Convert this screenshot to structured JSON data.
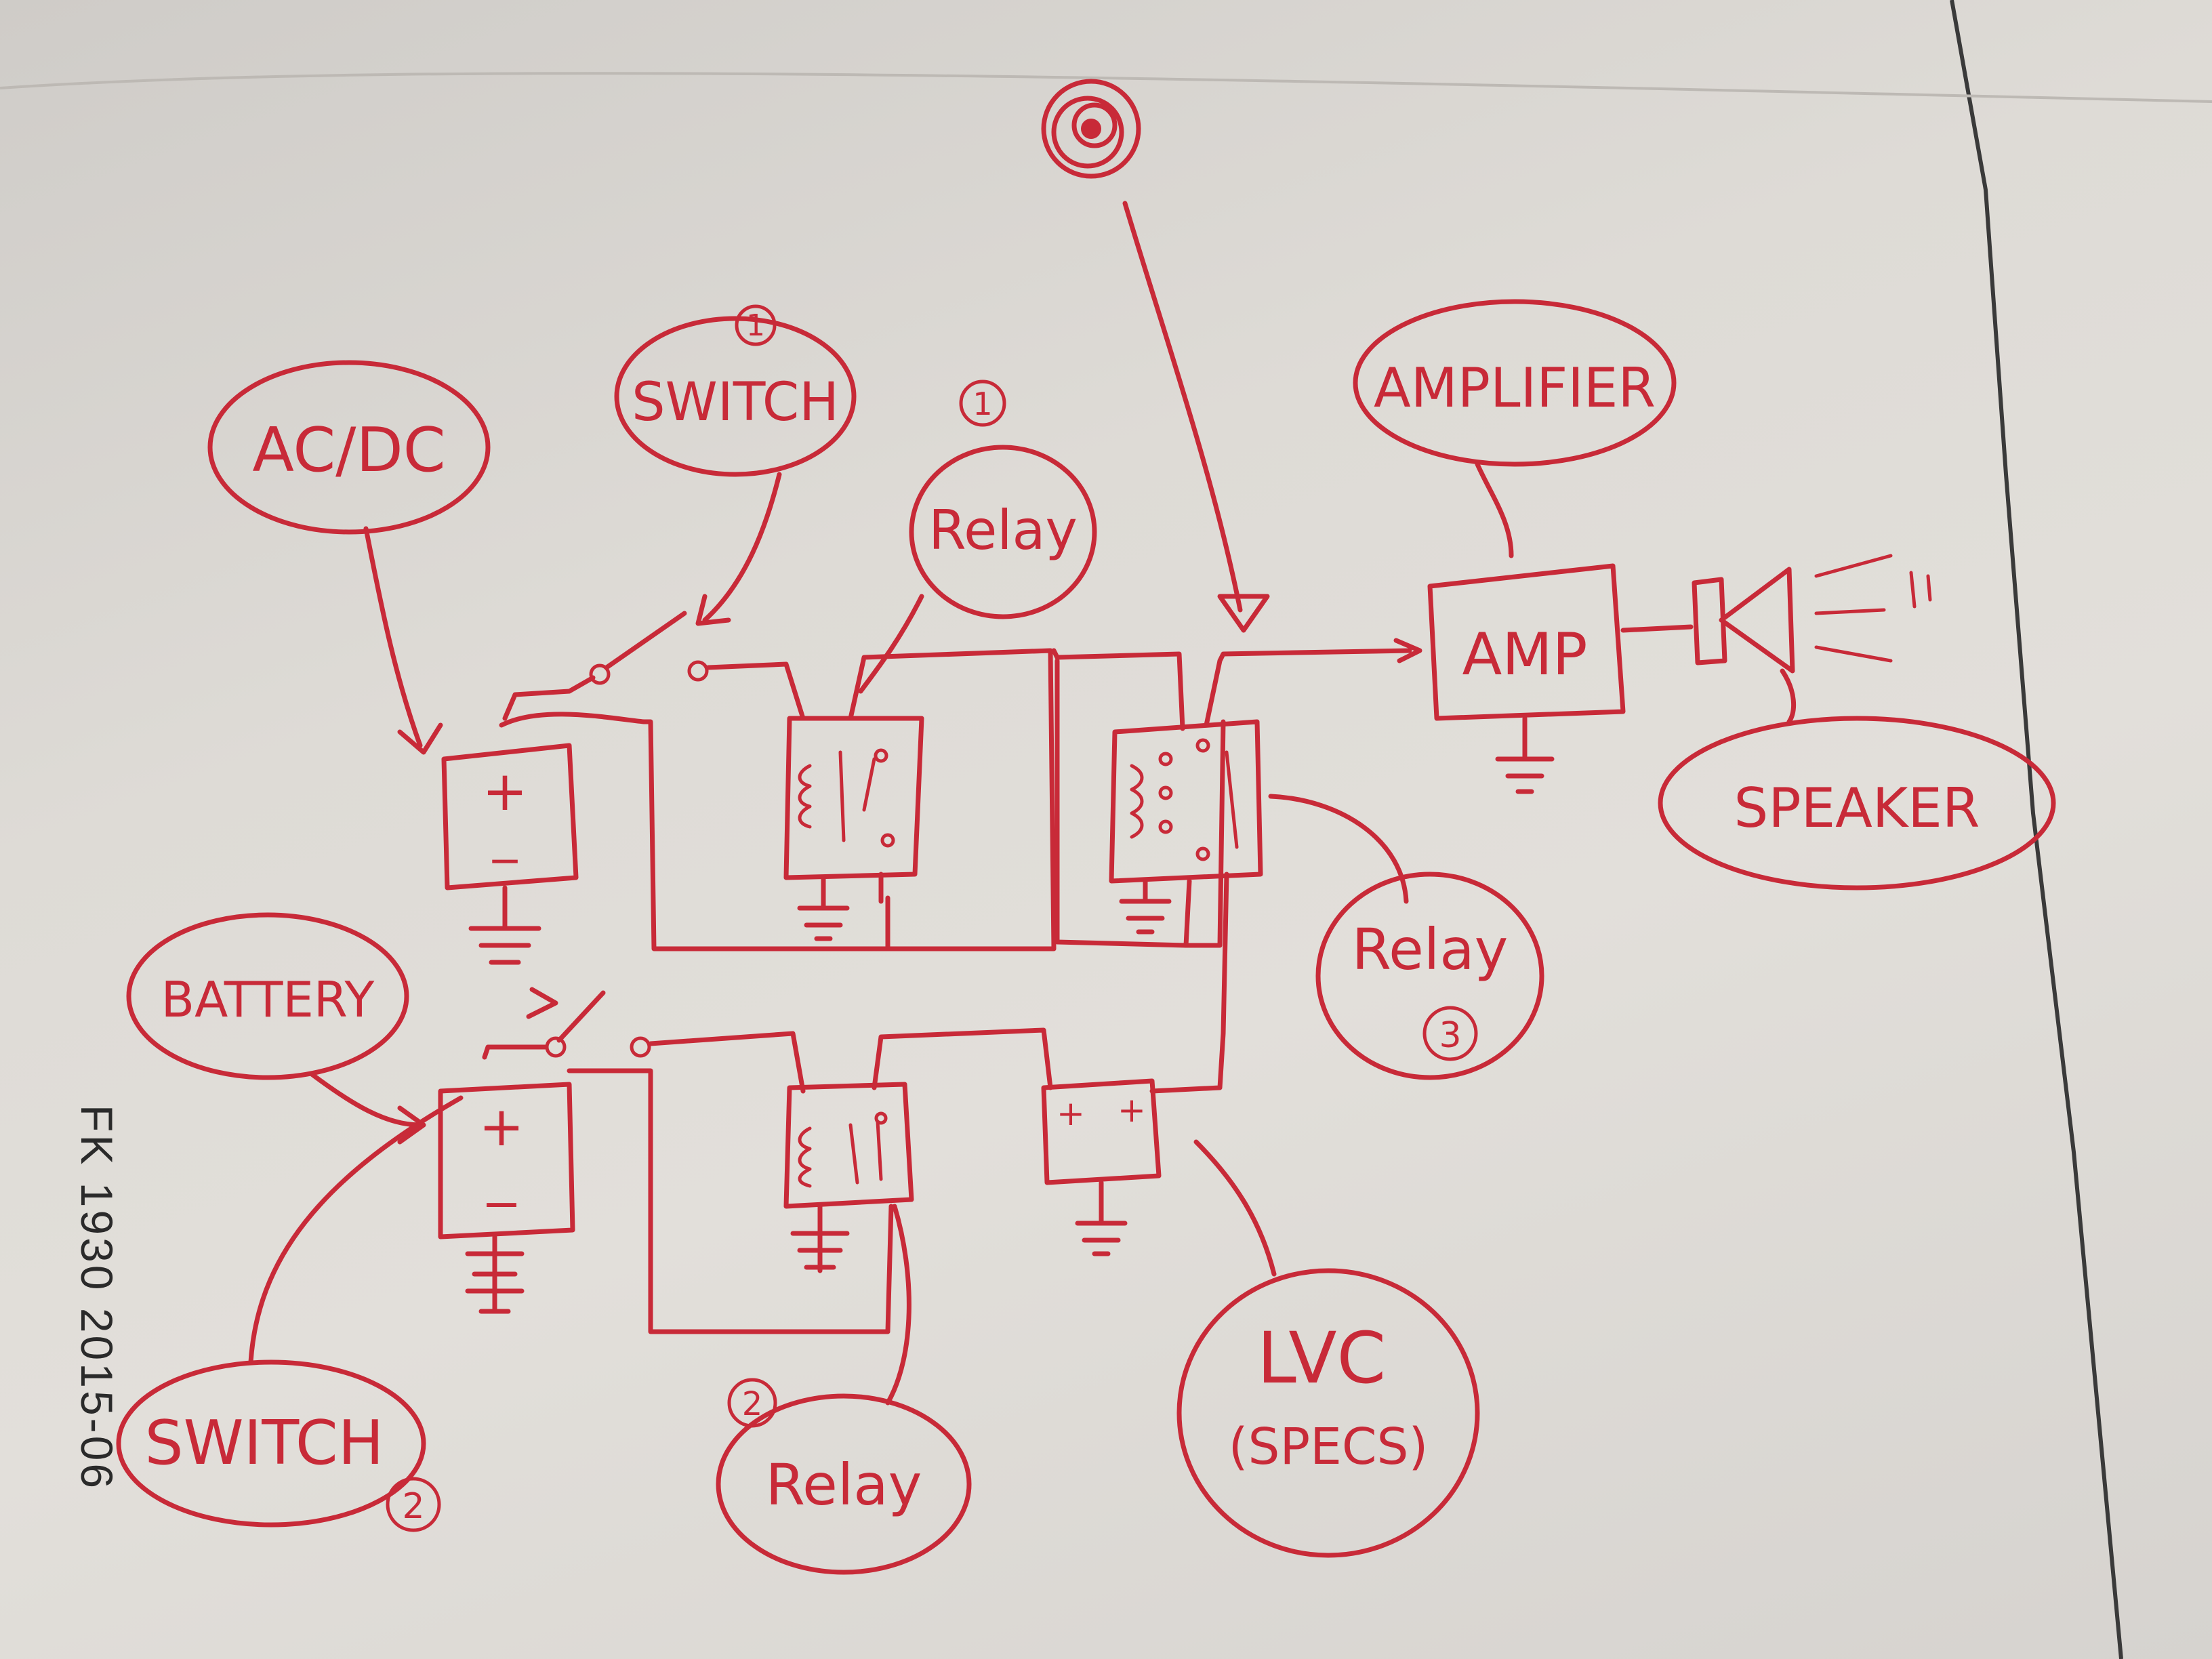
{
  "labels": {
    "ac_dc": "AC/DC",
    "switch1_num": "1",
    "switch1": "SWITCH",
    "relay1_num": "1",
    "relay1": "Relay",
    "amplifier": "AMPLIFIER",
    "amp": "AMP",
    "speaker": "SPEAKER",
    "battery": "BATTERY",
    "relay3": "Relay",
    "relay3_num": "3",
    "switch2": "SWITCH",
    "switch2_num": "2",
    "relay2_num": "2",
    "relay2": "Relay",
    "lvc": "LVC",
    "lvc_sub": "(SPECS)",
    "plus": "+",
    "minus": "−"
  },
  "stamp": "FK 1930 2015-06",
  "colors": {
    "ink": "#c82a38",
    "paper": "#dedbd6",
    "stamp": "#2a2a2a"
  }
}
